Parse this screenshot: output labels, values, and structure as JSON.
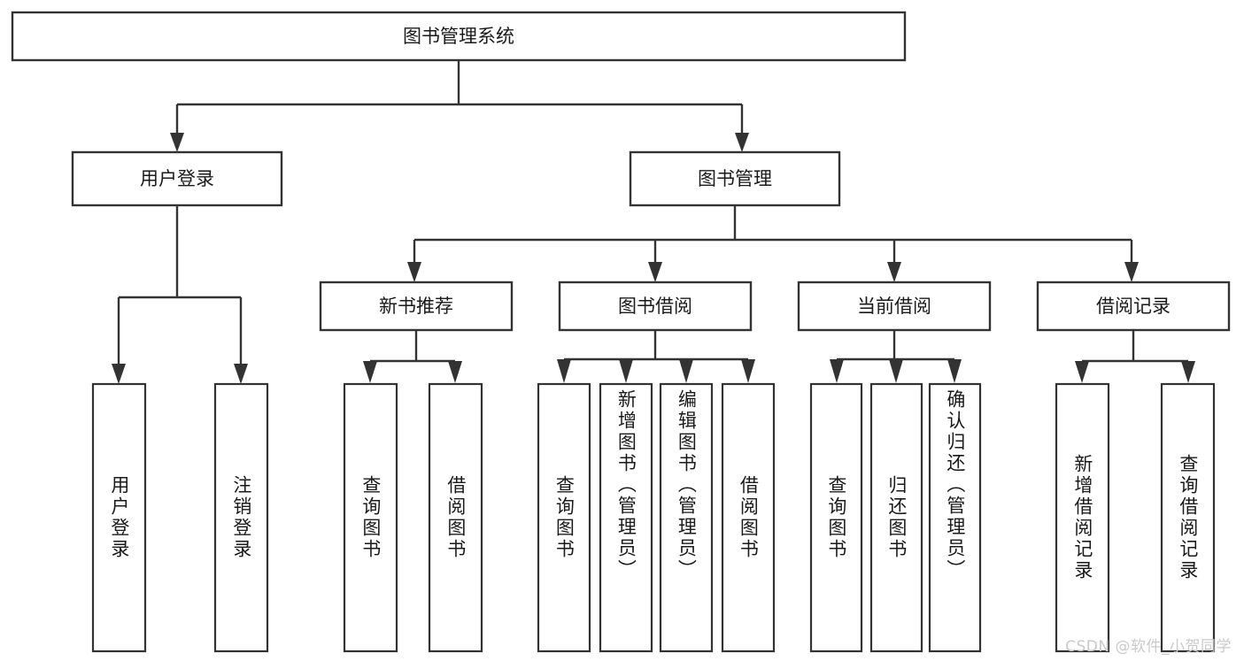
{
  "diagram": {
    "title": "图书管理系统",
    "type": "tree-hierarchy-chart",
    "orientation": "top-down",
    "box_fill": "#ffffff",
    "box_stroke": "#333333",
    "text_color": "#1a1a1a",
    "root": {
      "label": "图书管理系统"
    },
    "level2": [
      {
        "label": "用户登录"
      },
      {
        "label": "图书管理"
      }
    ],
    "level3": [
      {
        "label": "新书推荐"
      },
      {
        "label": "图书借阅"
      },
      {
        "label": "当前借阅"
      },
      {
        "label": "借阅记录"
      }
    ],
    "leaves": {
      "user_login": [
        {
          "label": "用户登录"
        },
        {
          "label": "注销登录"
        }
      ],
      "new_book_recommend": [
        {
          "label": "查询图书"
        },
        {
          "label": "借阅图书"
        }
      ],
      "book_borrow": [
        {
          "label": "查询图书"
        },
        {
          "label": "新增图书（管理员）"
        },
        {
          "label": "编辑图书（管理员）"
        },
        {
          "label": "借阅图书"
        }
      ],
      "current_borrow": [
        {
          "label": "查询图书"
        },
        {
          "label": "归还图书"
        },
        {
          "label": "确认归还（管理员）"
        }
      ],
      "borrow_record": [
        {
          "label": "新增借阅记录"
        },
        {
          "label": "查询借阅记录"
        }
      ]
    }
  },
  "watermark": {
    "text": "CSDN @软件_小贺同学"
  }
}
